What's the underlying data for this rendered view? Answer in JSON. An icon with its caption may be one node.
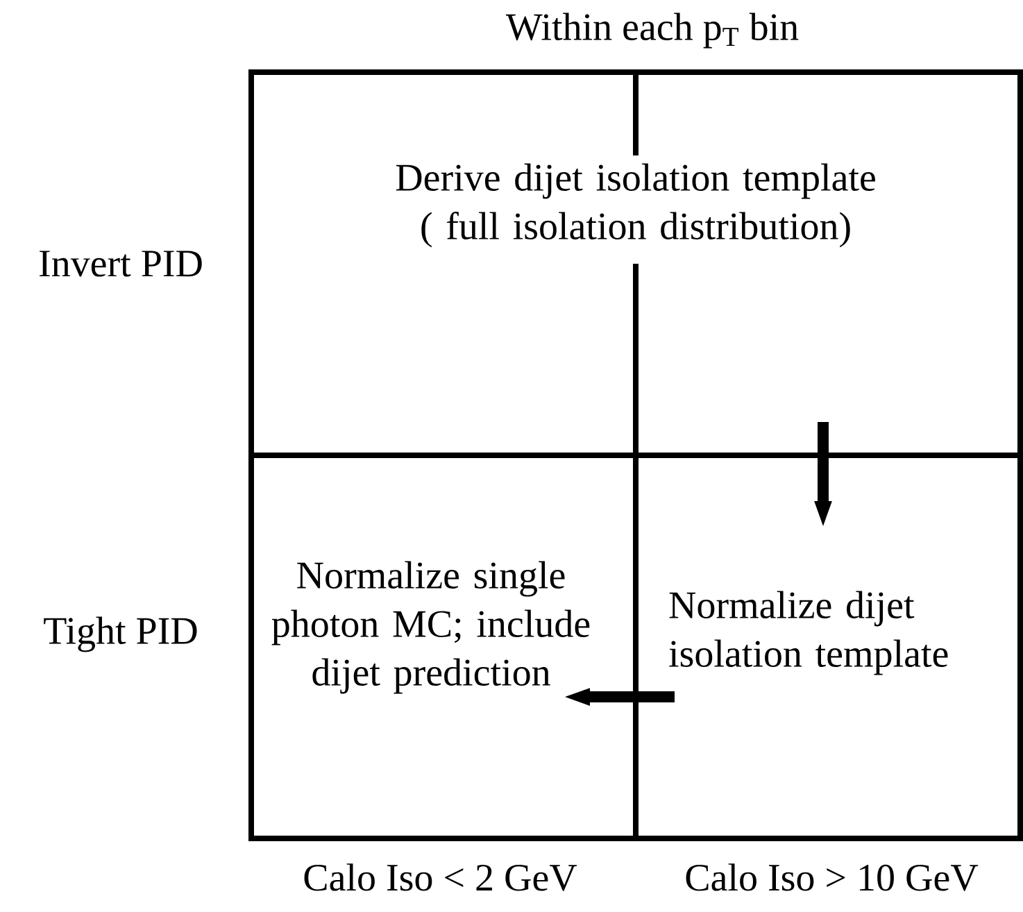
{
  "diagram": {
    "title": "Within each p$_{T}$ bin",
    "nodes": [
      {
        "text": [
          "Derive dijet isolation template ( full isolation distribution)"
        ]
      },
      {
        "text": [
          "Normalize single photon MC; include dijet prediction"
        ]
      },
      {
        "text": [
          "Normalize dijet isolation template"
        ]
      }
    ],
    "edges": [
      {
        "from": 0,
        "to": 2,
        "arrow": "to"
      },
      {
        "from": 2,
        "to": 1,
        "arrow": "to"
      }
    ],
    "labels": [
      "Invert PID",
      "Tight PID",
      "Calo Iso < 2 GeV",
      "Calo Iso > 10 GeV"
    ]
  }
}
